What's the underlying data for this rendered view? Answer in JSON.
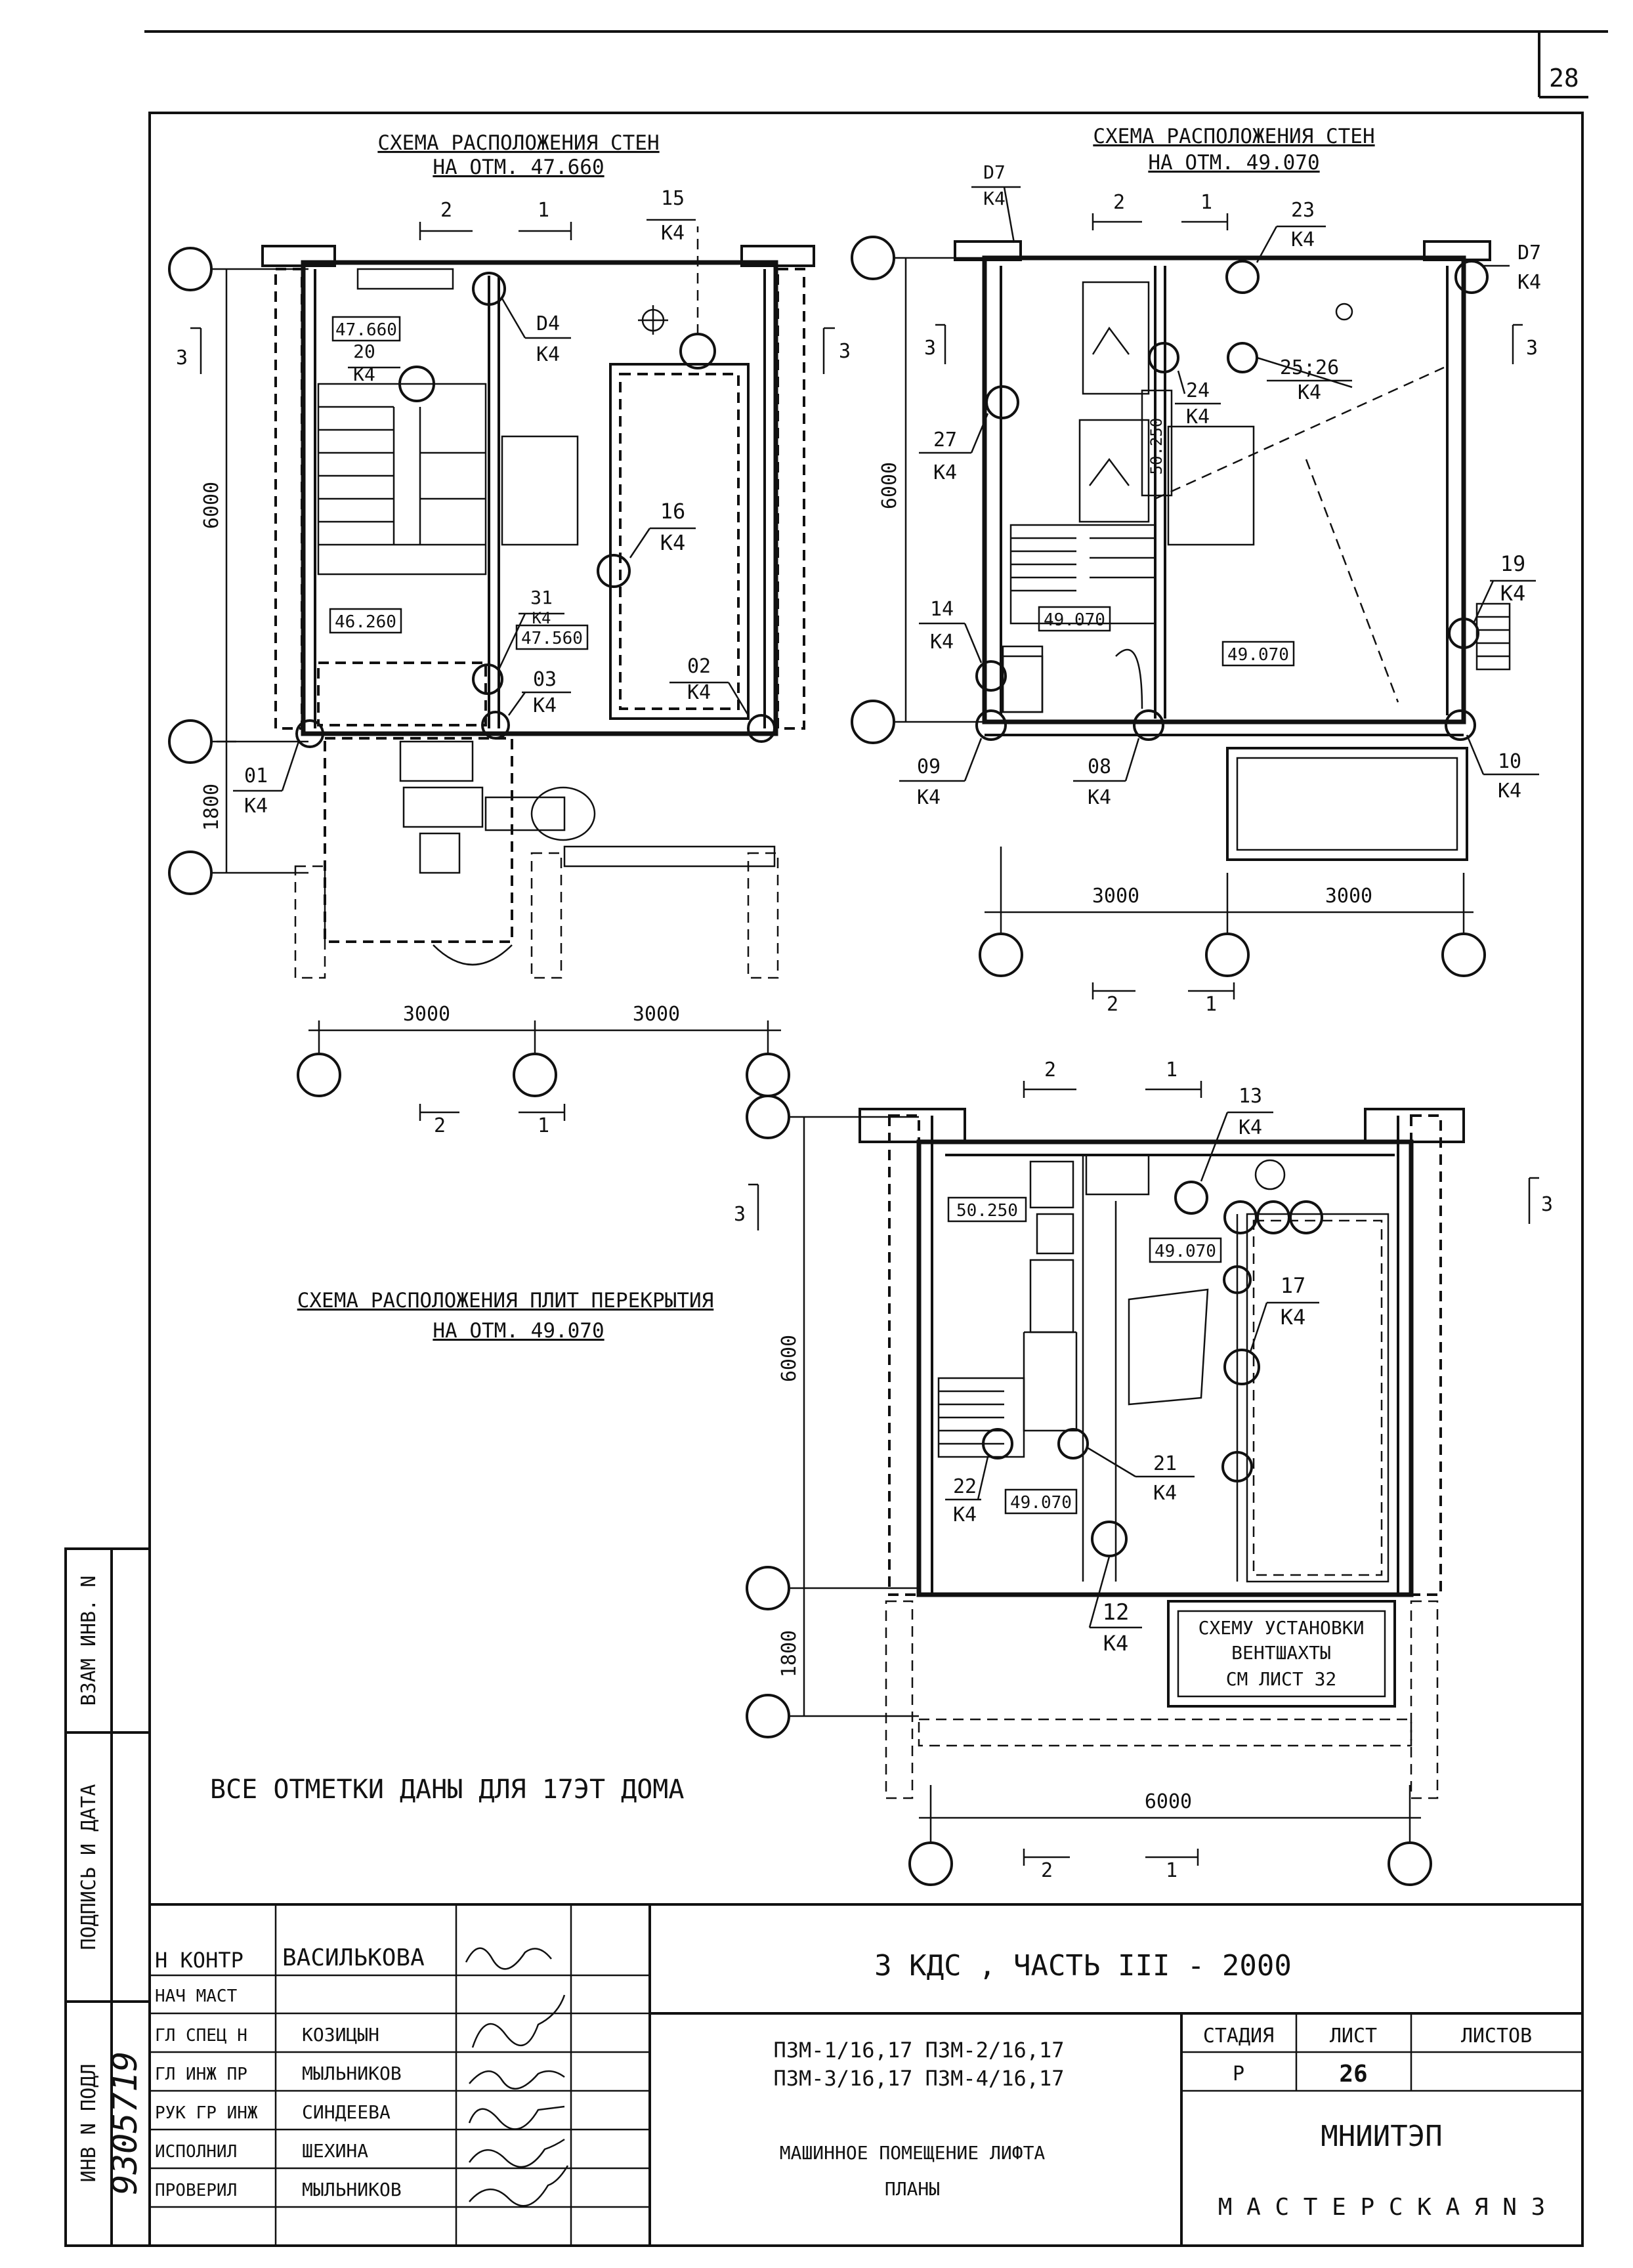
{
  "sheet_corner_number": "28",
  "plan1": {
    "title_line1": "СХЕМА РАСПОЛОЖЕНИЯ СТЕН",
    "title_line2": "НА ОТМ. 47.660",
    "marks": [
      "15",
      "K4",
      "D4",
      "K4",
      "20",
      "K4",
      "16",
      "K4",
      "31",
      "K4",
      "03",
      "K4",
      "02",
      "K4",
      "01",
      "K4"
    ],
    "elevations": [
      "47.660",
      "46.260",
      "47.560"
    ],
    "dims": [
      "6000",
      "1800",
      "3000",
      "3000"
    ],
    "section_labels": [
      "2",
      "1",
      "3",
      "3",
      "2",
      "1"
    ]
  },
  "plan2": {
    "title_line1": "СХЕМА РАСПОЛОЖЕНИЯ СТЕН",
    "title_line2": "НА ОТМ. 49.070",
    "marks": [
      "D7",
      "K4",
      "23",
      "K4",
      "D7",
      "K4",
      "24",
      "K4",
      "25;26",
      "K4",
      "27",
      "K4",
      "19",
      "K4",
      "14",
      "K4",
      "09",
      "K4",
      "08",
      "K4",
      "10",
      "K4"
    ],
    "elevations": [
      "50.250",
      "49.070",
      "49.070"
    ],
    "dims": [
      "6000",
      "3000",
      "3000"
    ],
    "section_labels": [
      "2",
      "1",
      "3",
      "3",
      "2",
      "1"
    ]
  },
  "plan3": {
    "title_line1": "СХЕМА РАСПОЛОЖЕНИЯ ПЛИТ ПЕРЕКРЫТИЯ",
    "title_line2": "НА ОТМ. 49.070",
    "marks": [
      "13",
      "K4",
      "17",
      "K4",
      "22",
      "K4",
      "21",
      "K4",
      "12",
      "K4"
    ],
    "elevations": [
      "50.250",
      "49.070",
      "49.070"
    ],
    "dims": [
      "6000",
      "1800",
      "6000"
    ],
    "section_labels": [
      "2",
      "1",
      "3",
      "3",
      "2",
      "1"
    ],
    "note": [
      "СХЕМУ УСТАНОВКИ",
      "ВЕНТШАХТЫ",
      "СМ ЛИСТ 32"
    ]
  },
  "general_note": "ВСЕ   ОТМЕТКИ ДАНЫ ДЛЯ 17ЭТ ДОМА",
  "side_stamp": {
    "labels": [
      "ВЗАМ ИНВ. N",
      "ПОДПИСЬ И ДАТА",
      "ИНВ N ПОДЛ"
    ],
    "inv_number": "9305719"
  },
  "title_block": {
    "roles": [
      "Н КОНТР",
      "НАЧ МАСТ",
      "ГЛ СПЕЦ Н",
      "ГЛ ИНЖ ПР",
      "РУК ГР ИНЖ",
      "ИСПОЛНИЛ",
      "ПРОВЕРИЛ"
    ],
    "names": [
      "ВАСИЛЬКОВА",
      "",
      "КОЗИЦЫН",
      "МЫЛЬНИКОВ",
      "СИНДЕЕВА",
      "ШЕХИНА",
      "МЫЛЬНИКОВ"
    ],
    "series": "3 КДС ,  ЧАСТЬ III - 2000",
    "products_line1": "П3М-1/16,17  П3М-2/16,17",
    "products_line2": "П3М-3/16,17  П3М-4/16,17",
    "subject_line1": "МАШИННОЕ ПОМЕЩЕНИЕ ЛИФТА",
    "subject_line2": "ПЛАНЫ",
    "stage_header": "СТАДИЯ",
    "sheet_header": "ЛИСТ",
    "sheets_header": "ЛИСТОВ",
    "stage": "Р",
    "sheet": "26",
    "sheets": "",
    "org": "МНИИТЭП",
    "workshop": "М А С Т Е Р С К А Я   N 3"
  }
}
